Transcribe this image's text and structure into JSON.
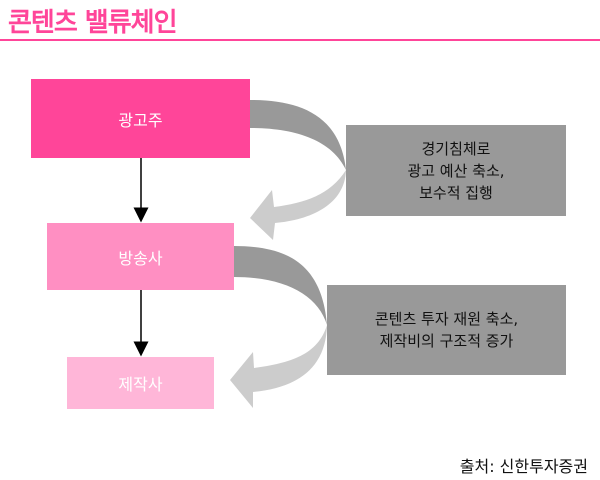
{
  "title": "콘텐츠 밸류체인",
  "colors": {
    "accent": "#FF4599",
    "box_advertiser": "#FF4599",
    "box_broadcaster": "#FF8FC2",
    "box_producer": "#FFB6D8",
    "note_bg": "#999999",
    "arrow_dark": "#999999",
    "arrow_light": "#CCCCCC"
  },
  "nodes": [
    {
      "id": "advertiser",
      "label": "광고주"
    },
    {
      "id": "broadcaster",
      "label": "방송사"
    },
    {
      "id": "producer",
      "label": "제작사"
    }
  ],
  "notes": [
    {
      "id": "note1",
      "text": "경기침체로\n광고 예산 축소,\n보수적 집행"
    },
    {
      "id": "note2",
      "text": "콘텐츠 투자 재원 축소,\n제작비의 구조적 증가"
    }
  ],
  "source": "출처: 신한투자증권"
}
